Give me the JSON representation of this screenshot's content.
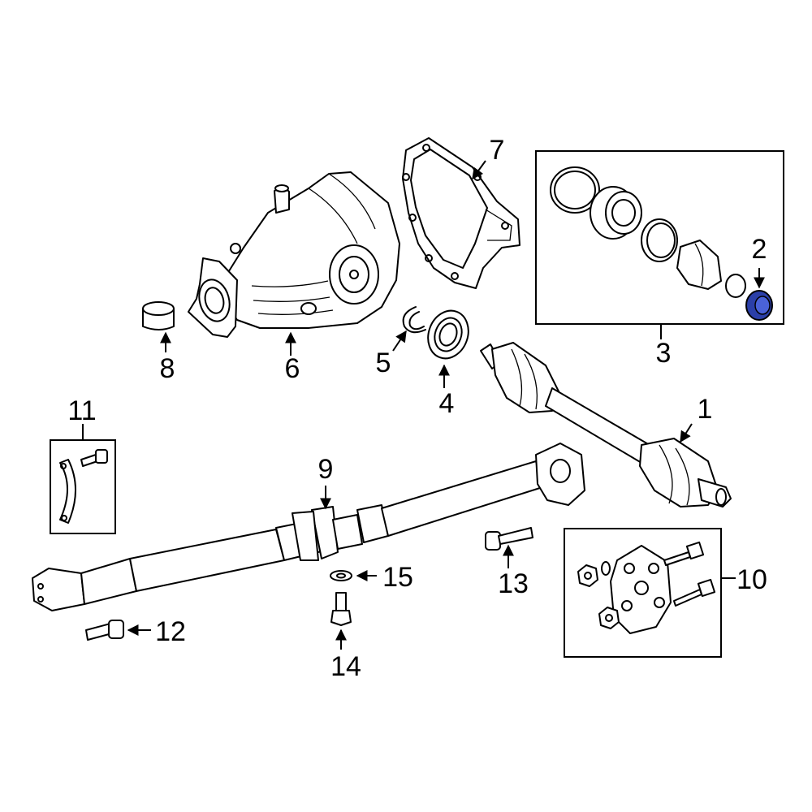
{
  "highlight_color": "#2b3fa8",
  "highlighted_part": "2",
  "callouts": {
    "c1": "1",
    "c2": "2",
    "c3": "3",
    "c4": "4",
    "c5": "5",
    "c6": "6",
    "c7": "7",
    "c8": "8",
    "c9": "9",
    "c10": "10",
    "c11": "11",
    "c12": "12",
    "c13": "13",
    "c14": "14",
    "c15": "15"
  }
}
